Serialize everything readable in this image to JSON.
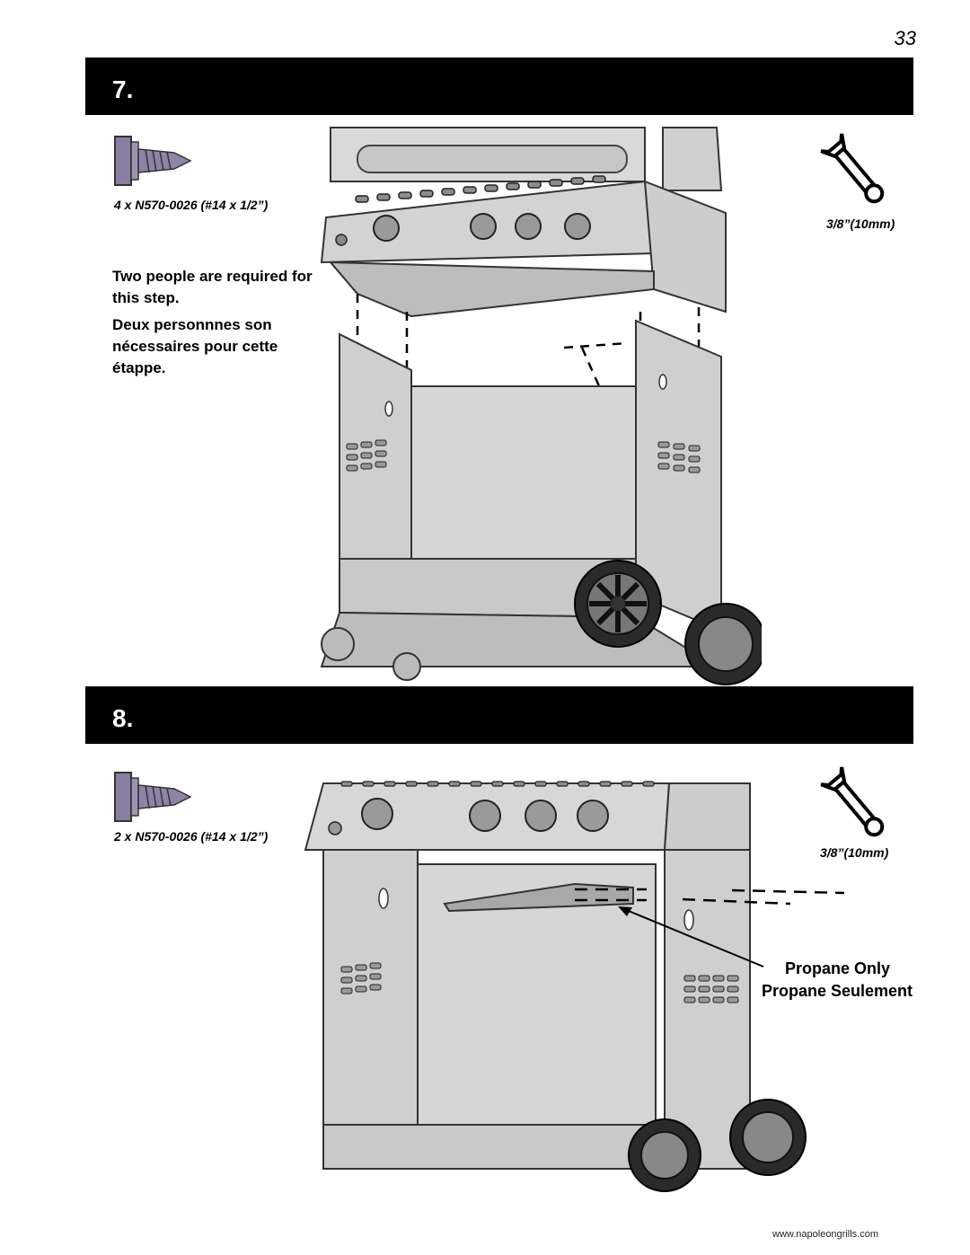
{
  "page_number": "33",
  "steps": [
    {
      "number": "7.",
      "screw_label": "4 x N570-0026 (#14 x 1/2”)",
      "wrench_label": "3/8”(10mm)",
      "note_en": "Two people are required for this step.",
      "note_fr": "Deux personnnes son nécessaires pour cette étappe."
    },
    {
      "number": "8.",
      "screw_label": "2 x N570-0026 (#14 x 1/2”)",
      "wrench_label": "3/8”(10mm)",
      "callout_en": "Propane Only",
      "callout_fr": "Propane Seulement"
    }
  ],
  "footer_url": "www.napoleongrills.com",
  "icons": [
    "screw-icon",
    "wrench-icon"
  ]
}
